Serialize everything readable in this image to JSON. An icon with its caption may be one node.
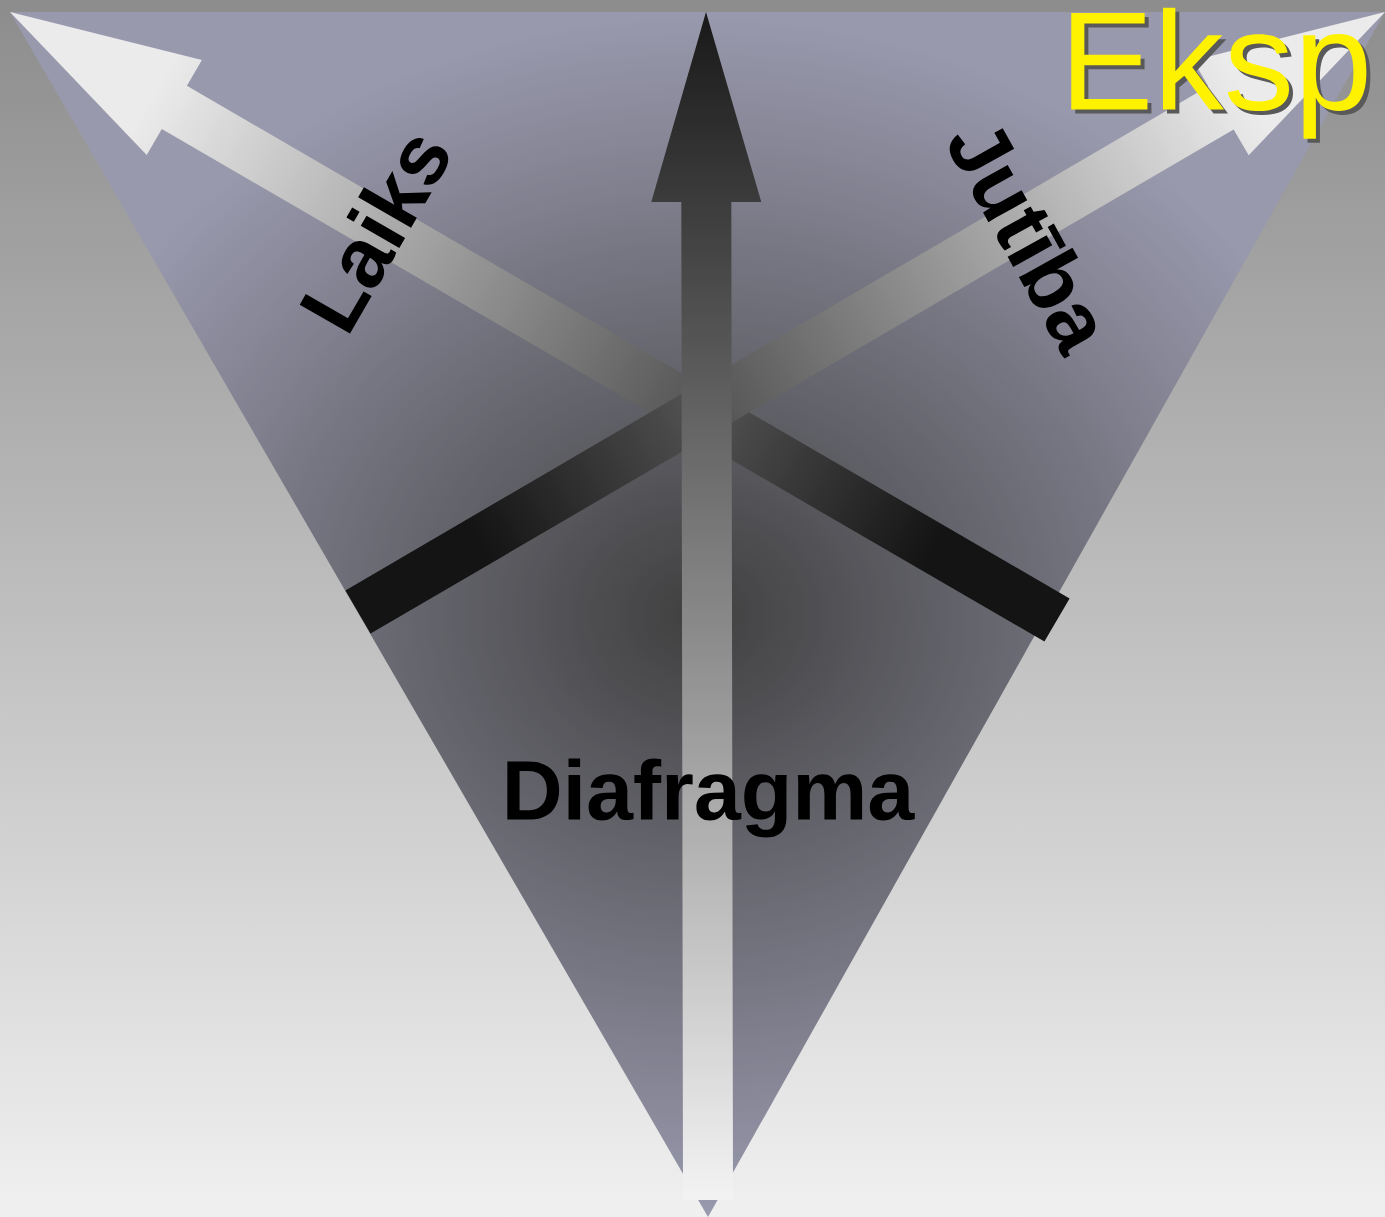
{
  "diagram": {
    "labels": [
      "Eksp",
      "Laiks",
      "Jutība",
      "Diafragma"
    ]
  }
}
